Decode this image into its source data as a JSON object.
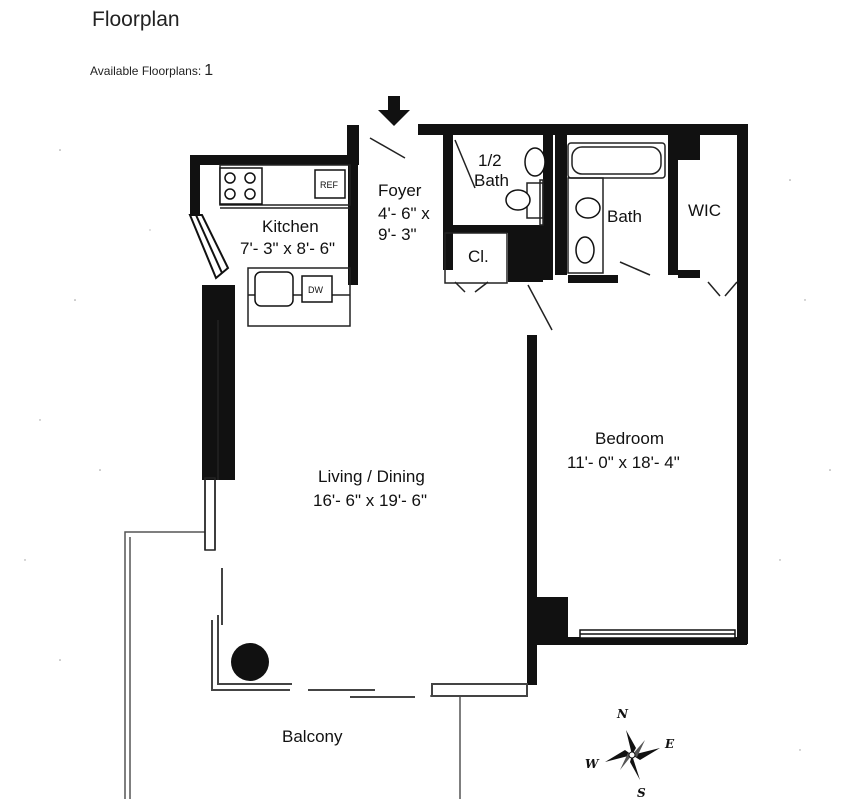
{
  "header": {
    "title": "Floorplan",
    "available_label": "Available Floorplans:",
    "available_count": "1"
  },
  "rooms": {
    "foyer": {
      "name": "Foyer",
      "dims_1": "4'- 6\" x",
      "dims_2": "9'- 3\""
    },
    "half_bath": {
      "name_1": "1/2",
      "name_2": "Bath"
    },
    "kitchen": {
      "name": "Kitchen",
      "dims": "7'- 3\" x 8'- 6\""
    },
    "closet": {
      "name": "Cl."
    },
    "bath": {
      "name": "Bath"
    },
    "wic": {
      "name": "WIC"
    },
    "bedroom": {
      "name": "Bedroom",
      "dims": "11'- 0\" x 18'- 4\""
    },
    "living": {
      "name": "Living / Dining",
      "dims": "16'- 6\" x 19'- 6\""
    },
    "balcony": {
      "name": "Balcony"
    }
  },
  "appliances": {
    "refrigerator": "REF",
    "dishwasher": "DW"
  },
  "compass": {
    "n": "N",
    "s": "S",
    "e": "E",
    "w": "W"
  },
  "colors": {
    "wall": "#111111",
    "line": "#333333",
    "background": "#ffffff"
  }
}
